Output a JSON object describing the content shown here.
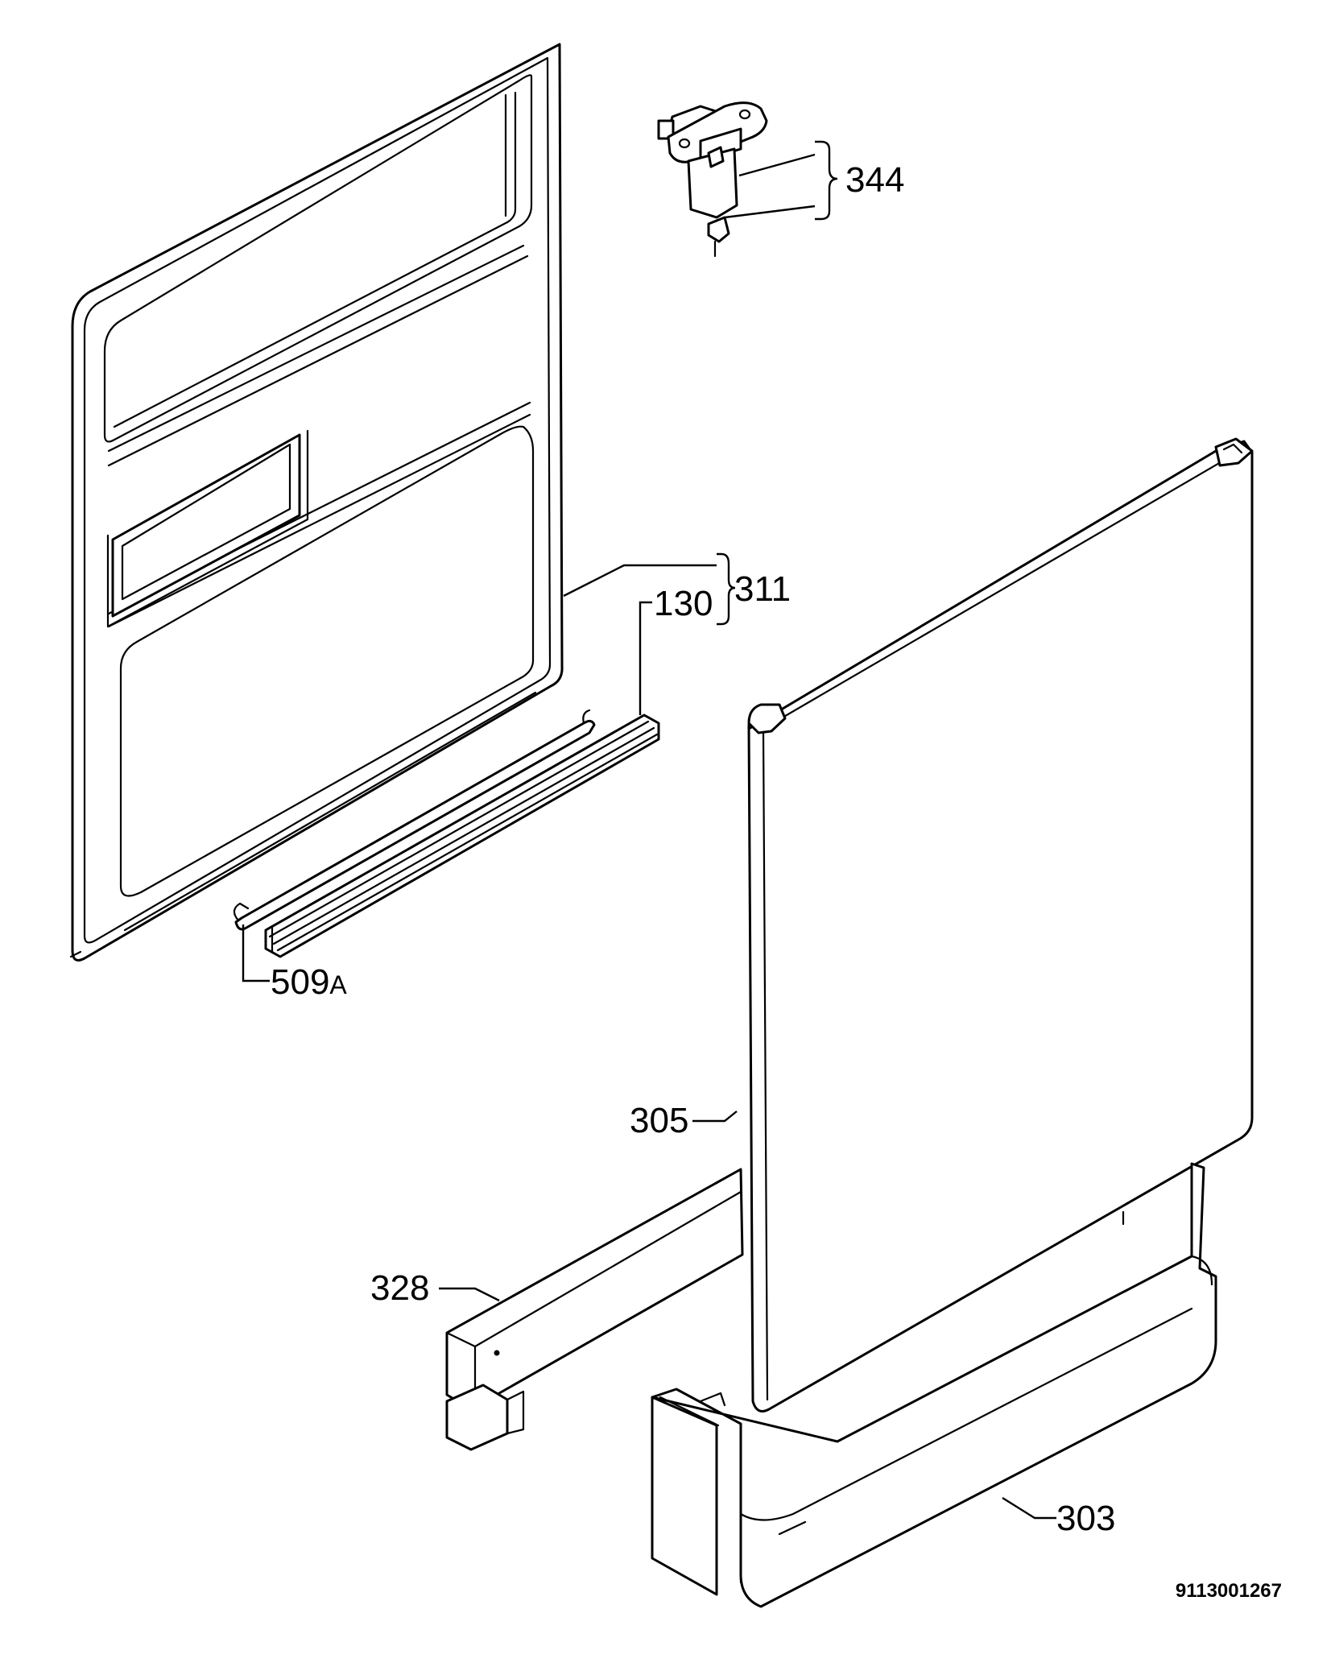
{
  "callouts": {
    "p344": "344",
    "p311": "311",
    "p130": "130",
    "p509": "509",
    "p509_suffix": "A",
    "p305": "305",
    "p328": "328",
    "p303": "303"
  },
  "document_id": "9113001267"
}
